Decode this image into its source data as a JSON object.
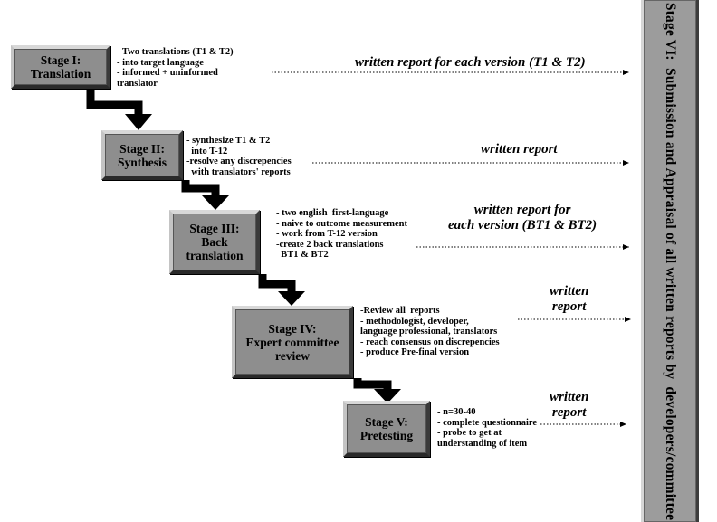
{
  "stages": [
    {
      "lines": [
        "Stage I:",
        "Translation"
      ],
      "notes": [
        "- Two translations (T1 & T2)",
        "- into target language",
        "- informed + uninformed",
        "translator"
      ],
      "report": [
        "written report for each version (T1 & T2)"
      ]
    },
    {
      "lines": [
        "Stage II:",
        "Synthesis"
      ],
      "notes": [
        "- synthesize T1 & T2",
        "  into T-12",
        "-resolve any discrepencies",
        "  with translators' reports"
      ],
      "report": [
        "written report"
      ]
    },
    {
      "lines": [
        "Stage III:",
        "Back",
        "translation"
      ],
      "notes": [
        "- two english  first-language",
        "- naive to outcome measurement",
        "- work from T-12 version",
        "-create 2 back translations",
        "  BT1 & BT2"
      ],
      "report": [
        "written report for",
        "each version (BT1 & BT2)"
      ]
    },
    {
      "lines": [
        "Stage IV:",
        "Expert committee",
        "review"
      ],
      "notes": [
        "-Review all  reports",
        "- methodologist, developer,",
        "language professional, translators",
        "- reach consensus on discrepencies",
        "- produce Pre-final version"
      ],
      "report": [
        "written",
        "report"
      ]
    },
    {
      "lines": [
        "Stage V:",
        "Pretesting"
      ],
      "notes": [
        "- n=30-40",
        "- complete questionnaire",
        "- probe to get at",
        "understanding of item"
      ],
      "report": [
        "written",
        "report"
      ]
    }
  ],
  "sidebar": {
    "label": "Stage VI:  Submission and Appraisal of all written reports by  developers/committee"
  }
}
